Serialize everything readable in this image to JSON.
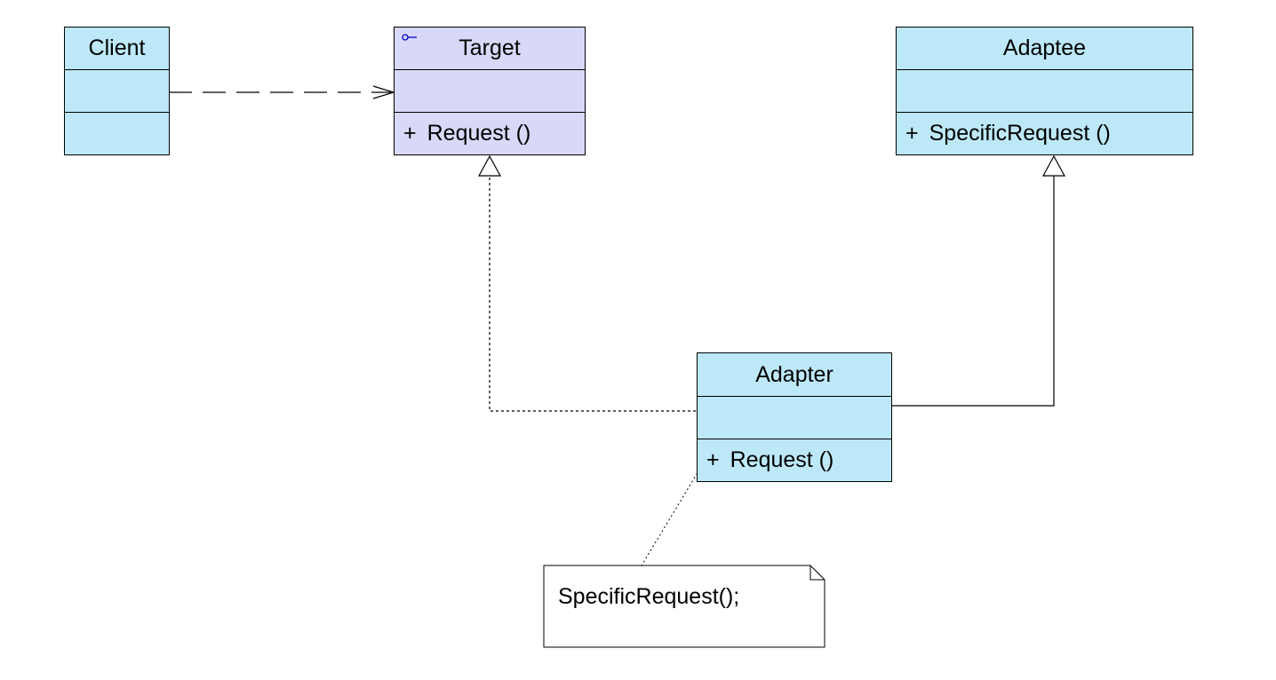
{
  "diagram": {
    "classes": {
      "client": {
        "name": "Client",
        "attributes": [],
        "operations": []
      },
      "target": {
        "name": "Target",
        "attributes": [],
        "operations": [
          {
            "visibility": "+",
            "name": "Request ()"
          }
        ]
      },
      "adaptee": {
        "name": "Adaptee",
        "attributes": [],
        "operations": [
          {
            "visibility": "+",
            "name": "SpecificRequest ()"
          }
        ]
      },
      "adapter": {
        "name": "Adapter",
        "attributes": [],
        "operations": [
          {
            "visibility": "+",
            "name": "Request ()"
          }
        ]
      }
    },
    "note": {
      "text": "SpecificRequest();"
    },
    "colors": {
      "class_fill": "#bde8f8",
      "interface_fill": "#d8d8f8",
      "line": "#000000",
      "interface_icon": "#0000cc"
    }
  }
}
